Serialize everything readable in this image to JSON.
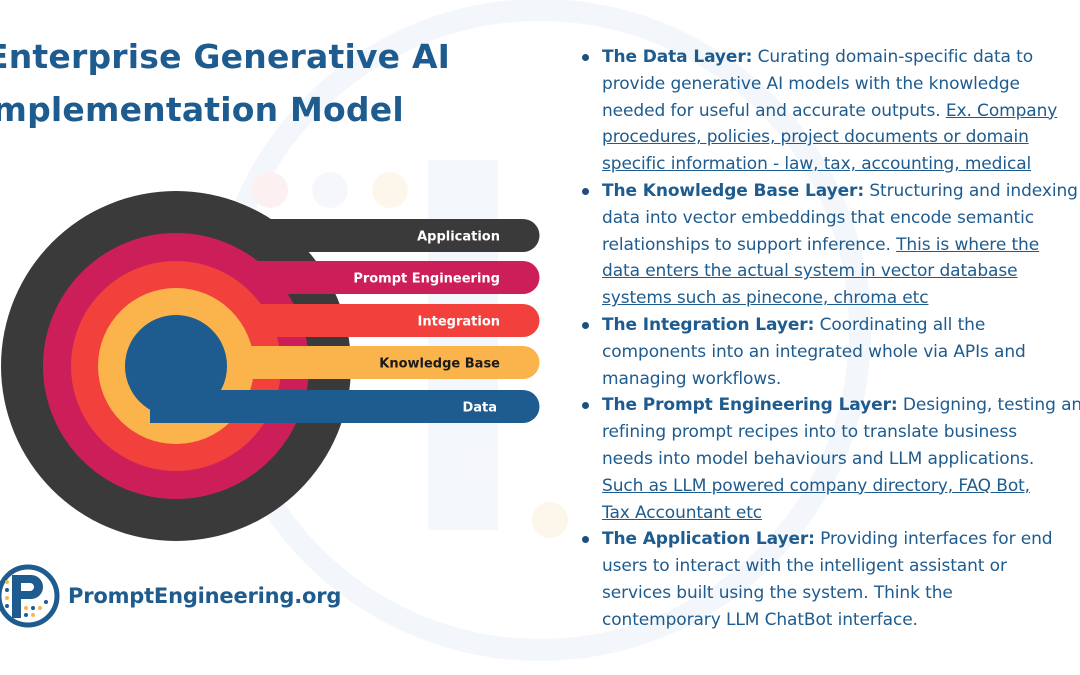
{
  "title": {
    "line1": "Enterprise Generative AI",
    "line2": "Implementation Model"
  },
  "diagram": {
    "bands": [
      {
        "label": "Application",
        "color": "#3a3a3a",
        "text_color": "#ffffff"
      },
      {
        "label": "Prompt Engineering",
        "color": "#cc1f5a",
        "text_color": "#ffffff"
      },
      {
        "label": "Integration",
        "color": "#f2403c",
        "text_color": "#ffffff"
      },
      {
        "label": "Knowledge Base",
        "color": "#fbb44b",
        "text_color": "#1a1a1a"
      },
      {
        "label": "Data",
        "color": "#1e5b8e",
        "text_color": "#ffffff"
      }
    ]
  },
  "brand": {
    "name": "PromptEngineering.org",
    "logo_icon": "P-logo-icon",
    "color": "#1e5b8e"
  },
  "layers": [
    {
      "lines": [
        [
          {
            "t": "The Data Layer:",
            "s": "lead"
          },
          {
            "t": " Curating domain-specific data to"
          }
        ],
        [
          {
            "t": "provide generative AI models with the knowledge"
          }
        ],
        [
          {
            "t": "needed for useful and accurate outputs. "
          },
          {
            "t": "Ex. Company",
            "s": "link"
          }
        ],
        [
          {
            "t": "procedures, policies, project documents or domain",
            "s": "link"
          }
        ],
        [
          {
            "t": "specific information - law, tax, accounting, medical",
            "s": "link"
          }
        ]
      ]
    },
    {
      "lines": [
        [
          {
            "t": "The Knowledge Base Layer:",
            "s": "lead"
          },
          {
            "t": " Structuring and indexing"
          }
        ],
        [
          {
            "t": "data into vector embeddings that encode semantic"
          }
        ],
        [
          {
            "t": "relationships to support inference. "
          },
          {
            "t": "This is where the",
            "s": "link"
          }
        ],
        [
          {
            "t": "data enters the actual system in vector database",
            "s": "link"
          }
        ],
        [
          {
            "t": "systems such as pinecone, chroma etc",
            "s": "link"
          }
        ]
      ]
    },
    {
      "lines": [
        [
          {
            "t": "The Integration Layer:",
            "s": "lead"
          },
          {
            "t": " Coordinating all the"
          }
        ],
        [
          {
            "t": "components into an integrated whole via APIs and"
          }
        ],
        [
          {
            "t": "managing workflows."
          }
        ]
      ]
    },
    {
      "lines": [
        [
          {
            "t": "The Prompt Engineering Layer:",
            "s": "lead"
          },
          {
            "t": " Designing, testing and"
          }
        ],
        [
          {
            "t": "refining prompt recipes into to translate business"
          }
        ],
        [
          {
            "t": "needs into model behaviours and LLM applications."
          }
        ],
        [
          {
            "t": "Such as  LLM powered company directory, FAQ Bot,",
            "s": "link"
          }
        ],
        [
          {
            "t": "Tax Accountant etc",
            "s": "link"
          }
        ]
      ]
    },
    {
      "lines": [
        [
          {
            "t": "The Application Layer:",
            "s": "lead"
          },
          {
            "t": " Providing interfaces for end"
          }
        ],
        [
          {
            "t": "users to interact with the intelligent assistant or"
          }
        ],
        [
          {
            "t": "services built using the system. Think the"
          }
        ],
        [
          {
            "t": "contemporary LLM ChatBot interface."
          }
        ]
      ]
    }
  ]
}
